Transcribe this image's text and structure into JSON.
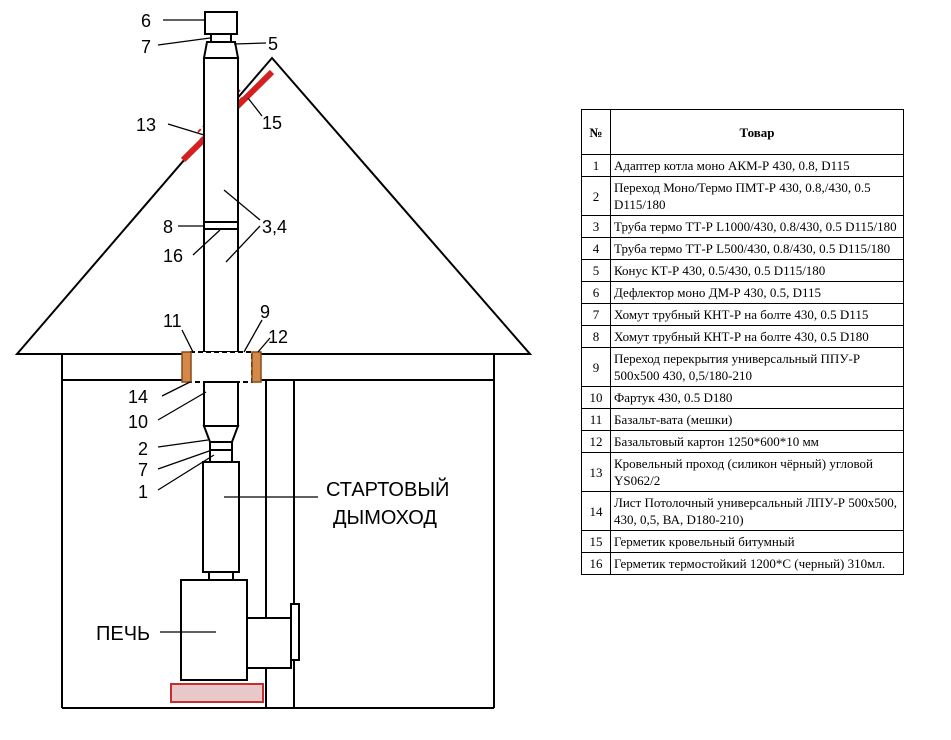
{
  "diagram": {
    "callouts": [
      "6",
      "7",
      "5",
      "13",
      "15",
      "8",
      "16",
      "3,4",
      "11",
      "9",
      "12",
      "14",
      "10",
      "2",
      "7",
      "1"
    ],
    "chimney_label": [
      "СТАРТОВЫЙ",
      "ДЫМОХОД"
    ],
    "stove_label": "ПЕЧЬ"
  },
  "table": {
    "headers": {
      "num": "№",
      "name": "Товар"
    },
    "rows": [
      {
        "num": "1",
        "name": "Адаптер котла моно АКМ-Р 430, 0.8, D115"
      },
      {
        "num": "2",
        "name": "Переход Моно/Термо ПМТ-Р 430, 0.8,/430, 0.5 D115/180"
      },
      {
        "num": "3",
        "name": "Труба термо ТТ-Р L1000/430, 0.8/430, 0.5 D115/180"
      },
      {
        "num": "4",
        "name": "Труба термо ТТ-Р L500/430, 0.8/430, 0.5 D115/180"
      },
      {
        "num": "5",
        "name": "Конус КТ-Р 430, 0.5/430, 0.5 D115/180"
      },
      {
        "num": "6",
        "name": "Дефлектор моно ДМ-Р 430, 0.5, D115"
      },
      {
        "num": "7",
        "name": "Хомут трубный КНТ-Р на болте 430, 0.5 D115"
      },
      {
        "num": "8",
        "name": "Хомут трубный КНТ-Р на болте 430, 0.5 D180"
      },
      {
        "num": "9",
        "name": "Переход перекрытия универсальный ППУ-Р 500х500 430, 0,5/180-210"
      },
      {
        "num": "10",
        "name": "Фартук 430, 0.5 D180"
      },
      {
        "num": "11",
        "name": "Базальт-вата (мешки)"
      },
      {
        "num": "12",
        "name": "Базальтовый картон 1250*600*10 мм"
      },
      {
        "num": "13",
        "name": "Кровельный проход (силикон чёрный) угловой YS062/2"
      },
      {
        "num": "14",
        "name": "Лист Потолочный универсальный ЛПУ-Р 500х500, 430, 0,5, ВА, D180-210)"
      },
      {
        "num": "15",
        "name": "Герметик кровельный битумный"
      },
      {
        "num": "16",
        "name": "Герметик термостойкий 1200*С (черный) 310мл."
      }
    ]
  },
  "colors": {
    "line": "#000000",
    "roof_penetration": "#d42020",
    "insulation": "#d2894a",
    "stove_base": "#e8c8c8",
    "stove_base_border": "#c03030"
  }
}
